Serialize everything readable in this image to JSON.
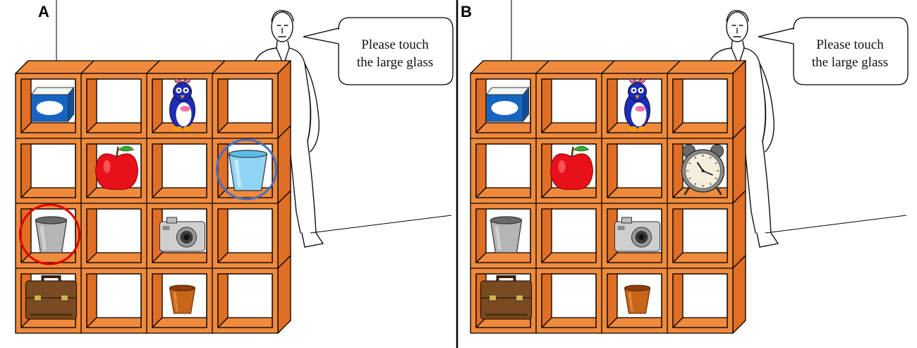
{
  "panels": [
    {
      "label": "A",
      "speech": [
        "Please touch",
        "the large glass"
      ]
    },
    {
      "label": "B",
      "speech": [
        "Please touch",
        "the large glass"
      ]
    }
  ],
  "colors": {
    "shelf_front": "#f08a3c",
    "shelf_dark": "#d0641c",
    "shelf_side": "#e06e24",
    "target_circle": "#e00000",
    "distractor_circle": "#4a6fc0",
    "line": "#000000"
  },
  "grid": {
    "rows": 4,
    "cols": 4
  },
  "objects": {
    "A": [
      {
        "row": 0,
        "col": 0,
        "icon": "box-icon"
      },
      {
        "row": 0,
        "col": 2,
        "icon": "penguin-icon"
      },
      {
        "row": 1,
        "col": 1,
        "icon": "apple-icon"
      },
      {
        "row": 1,
        "col": 3,
        "icon": "large-blue-glass-icon",
        "circle": "distractor"
      },
      {
        "row": 2,
        "col": 0,
        "icon": "grey-glass-icon",
        "circle": "target"
      },
      {
        "row": 2,
        "col": 2,
        "icon": "camera-icon"
      },
      {
        "row": 3,
        "col": 0,
        "icon": "briefcase-icon"
      },
      {
        "row": 3,
        "col": 2,
        "icon": "small-brown-glass-icon"
      }
    ],
    "B": [
      {
        "row": 0,
        "col": 0,
        "icon": "box-icon"
      },
      {
        "row": 0,
        "col": 2,
        "icon": "penguin-icon"
      },
      {
        "row": 1,
        "col": 1,
        "icon": "apple-icon"
      },
      {
        "row": 1,
        "col": 3,
        "icon": "alarm-clock-icon"
      },
      {
        "row": 2,
        "col": 0,
        "icon": "grey-glass-icon"
      },
      {
        "row": 2,
        "col": 2,
        "icon": "camera-icon"
      },
      {
        "row": 3,
        "col": 0,
        "icon": "briefcase-icon"
      },
      {
        "row": 3,
        "col": 2,
        "icon": "small-brown-glass-icon"
      }
    ]
  }
}
